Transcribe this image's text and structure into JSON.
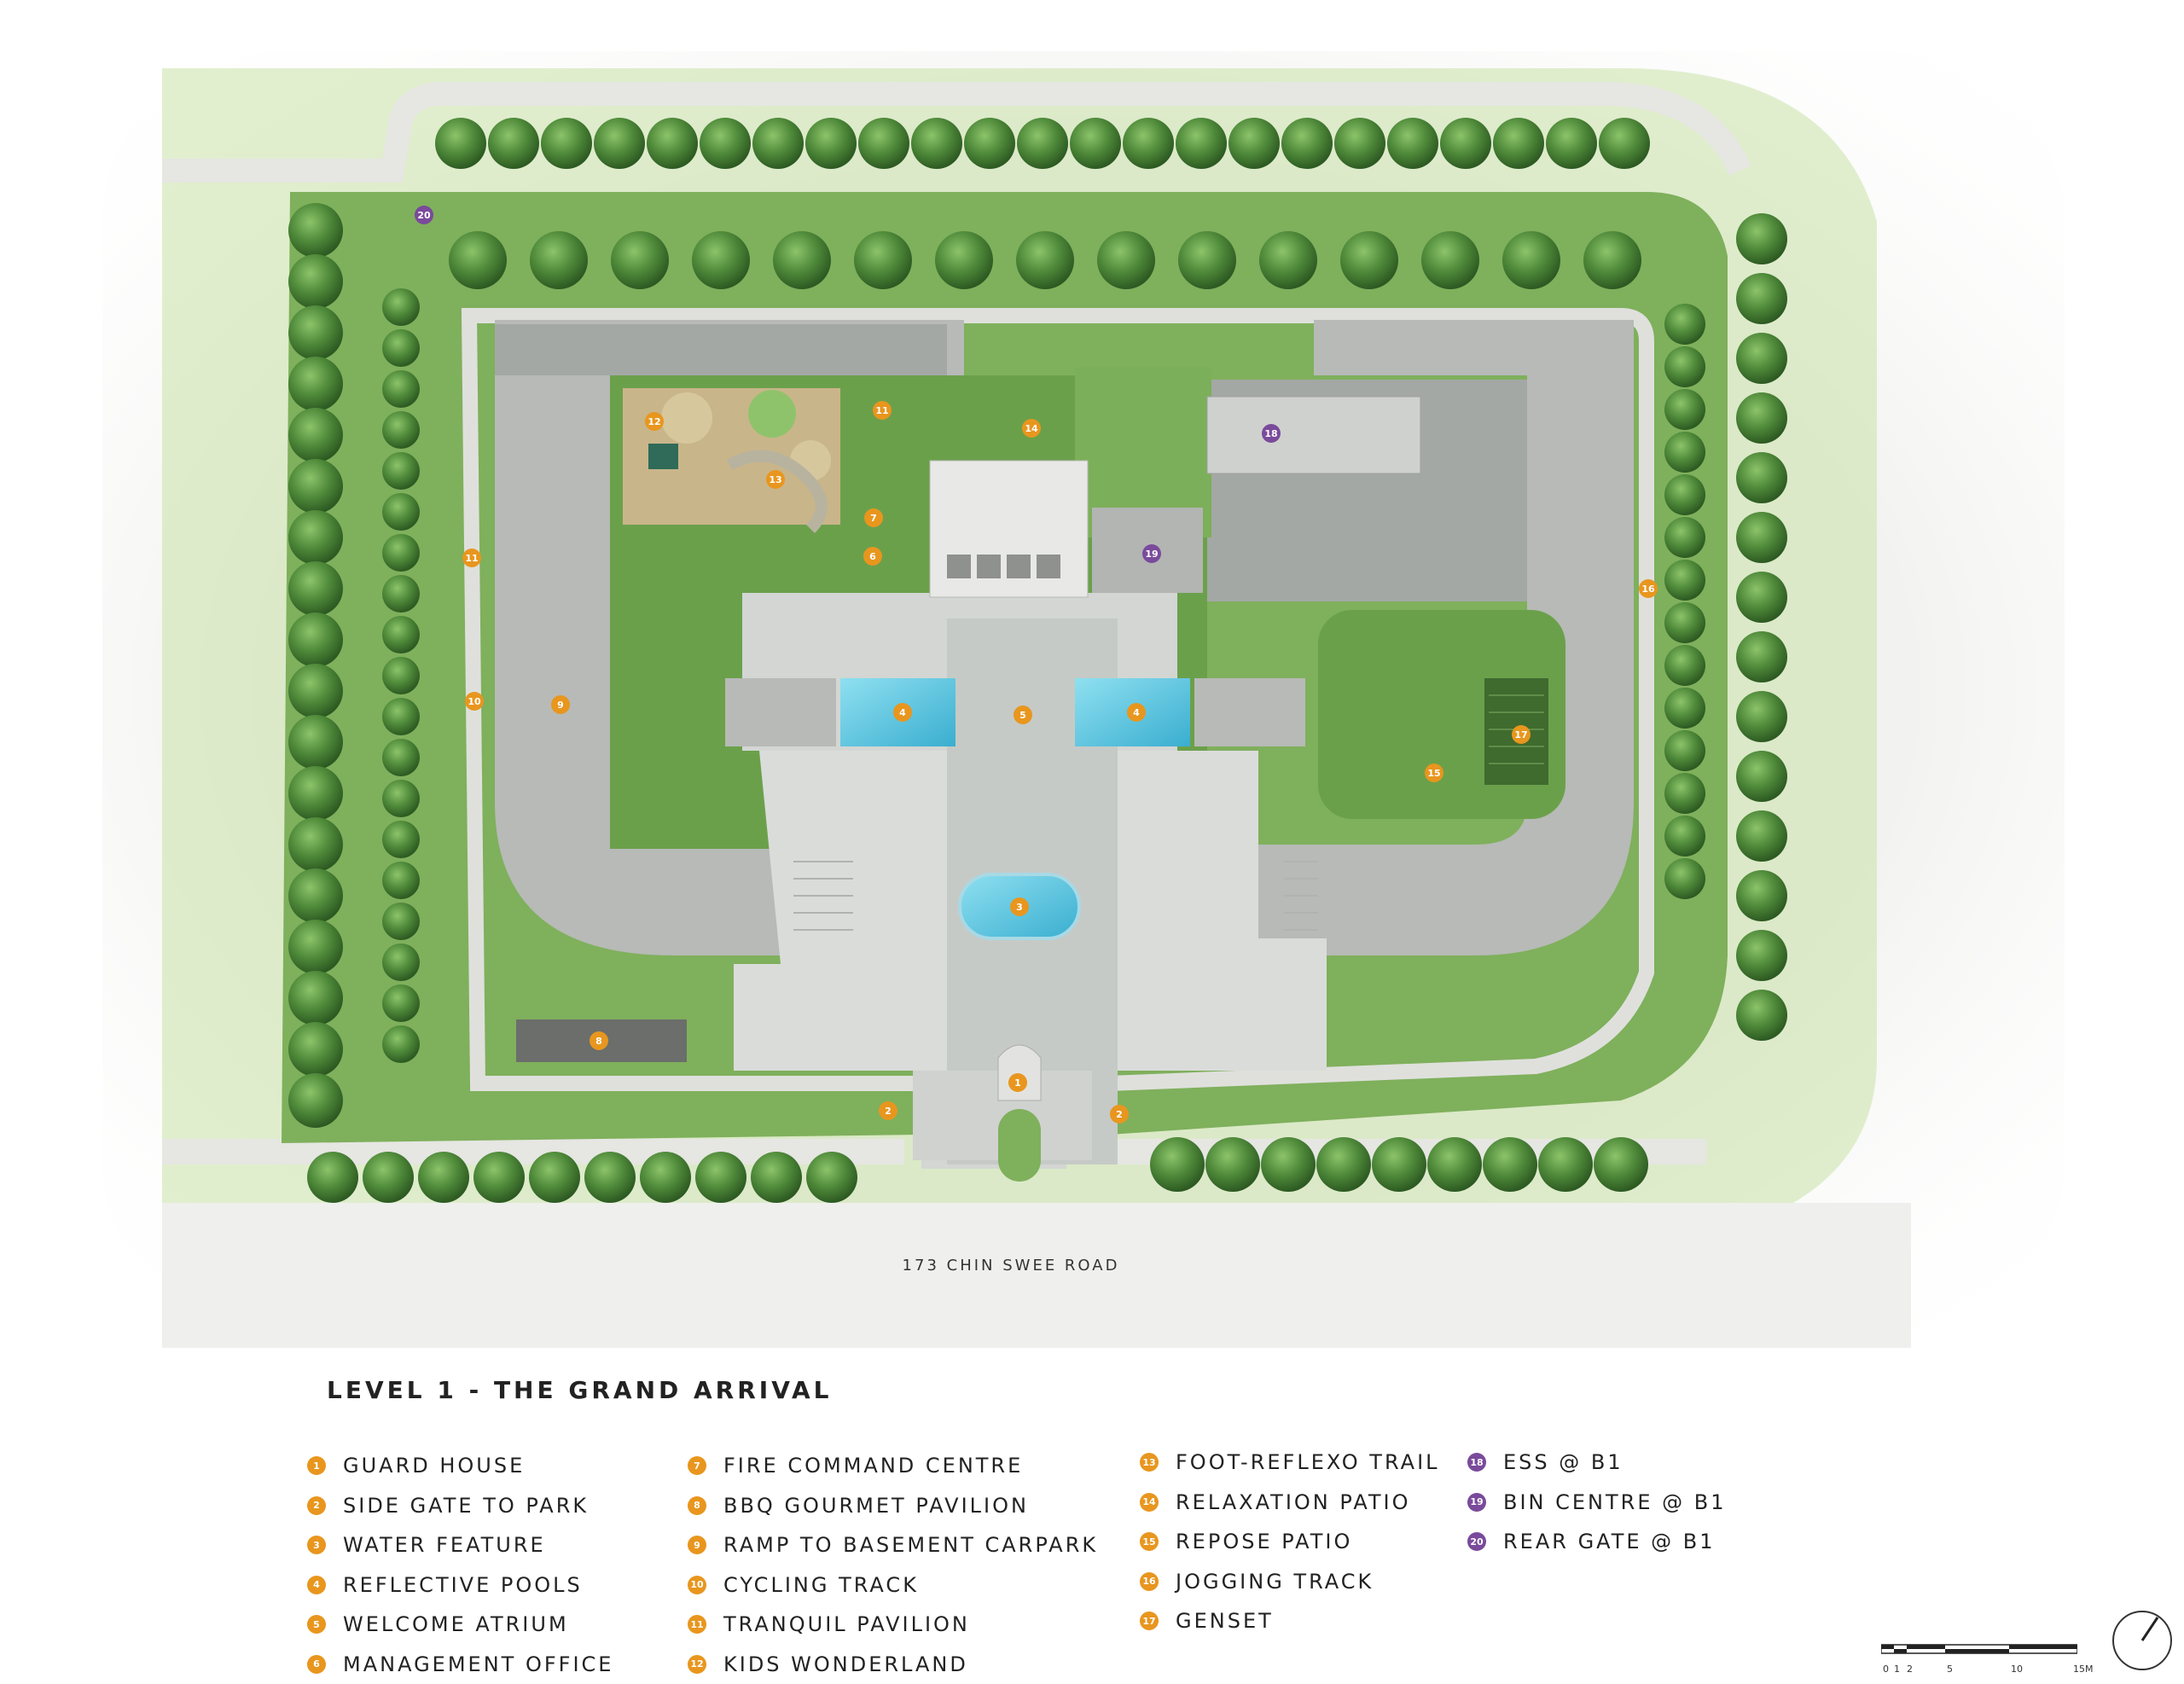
{
  "plan": {
    "road_name": "173 CHIN SWEE ROAD",
    "title": "LEVEL 1 - THE GRAND ARRIVAL",
    "colors": {
      "amenity": "#e8961e",
      "basement": "#7a4a9b",
      "greenery": "#4f8a3a",
      "paving": "#cfd3d0",
      "water": "#5bc6e0"
    }
  },
  "legend": {
    "column1": [
      {
        "num": "1",
        "label": "GUARD HOUSE"
      },
      {
        "num": "2",
        "label": "SIDE GATE TO PARK"
      },
      {
        "num": "3",
        "label": "WATER FEATURE"
      },
      {
        "num": "4",
        "label": "REFLECTIVE POOLS"
      },
      {
        "num": "5",
        "label": "WELCOME ATRIUM"
      },
      {
        "num": "6",
        "label": "MANAGEMENT OFFICE"
      }
    ],
    "column2": [
      {
        "num": "7",
        "label": "FIRE COMMAND CENTRE"
      },
      {
        "num": "8",
        "label": "BBQ GOURMET PAVILION"
      },
      {
        "num": "9",
        "label": "RAMP TO BASEMENT CARPARK"
      },
      {
        "num": "10",
        "label": "CYCLING TRACK"
      },
      {
        "num": "11",
        "label": "TRANQUIL PAVILION"
      },
      {
        "num": "12",
        "label": "KIDS WONDERLAND"
      }
    ],
    "column3": [
      {
        "num": "13",
        "label": "FOOT-REFLEXO TRAIL"
      },
      {
        "num": "14",
        "label": "RELAXATION PATIO"
      },
      {
        "num": "15",
        "label": "REPOSE PATIO"
      },
      {
        "num": "16",
        "label": "JOGGING TRACK"
      },
      {
        "num": "17",
        "label": "GENSET"
      }
    ],
    "column4": [
      {
        "num": "18",
        "label": "ESS @ B1"
      },
      {
        "num": "19",
        "label": "BIN CENTRE @ B1"
      },
      {
        "num": "20",
        "label": "REAR GATE @ B1"
      }
    ]
  },
  "markers": [
    {
      "num": "1",
      "kind": "amenity"
    },
    {
      "num": "2",
      "kind": "amenity"
    },
    {
      "num": "2",
      "kind": "amenity"
    },
    {
      "num": "3",
      "kind": "amenity"
    },
    {
      "num": "4",
      "kind": "amenity"
    },
    {
      "num": "4",
      "kind": "amenity"
    },
    {
      "num": "5",
      "kind": "amenity"
    },
    {
      "num": "6",
      "kind": "amenity"
    },
    {
      "num": "7",
      "kind": "amenity"
    },
    {
      "num": "8",
      "kind": "amenity"
    },
    {
      "num": "9",
      "kind": "amenity"
    },
    {
      "num": "10",
      "kind": "amenity"
    },
    {
      "num": "11",
      "kind": "amenity"
    },
    {
      "num": "11",
      "kind": "amenity"
    },
    {
      "num": "12",
      "kind": "amenity"
    },
    {
      "num": "13",
      "kind": "amenity"
    },
    {
      "num": "14",
      "kind": "amenity"
    },
    {
      "num": "15",
      "kind": "amenity"
    },
    {
      "num": "16",
      "kind": "amenity"
    },
    {
      "num": "17",
      "kind": "amenity"
    },
    {
      "num": "18",
      "kind": "basement"
    },
    {
      "num": "19",
      "kind": "basement"
    },
    {
      "num": "20",
      "kind": "basement"
    }
  ],
  "scale_bar": {
    "ticks": [
      "0",
      "1",
      "2",
      "5",
      "10",
      "15M"
    ]
  },
  "north_arrow": {
    "icon": "north-arrow-icon"
  }
}
